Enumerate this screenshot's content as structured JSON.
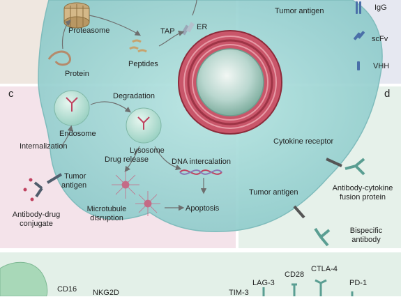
{
  "panel_letters": {
    "c": "c",
    "d": "d"
  },
  "panel_a": {
    "proteasome": "Proteasome",
    "tap": "TAP",
    "er": "ER",
    "protein": "Protein",
    "peptides": "Peptides"
  },
  "panel_b": {
    "tumor_antigen": "Tumor antigen",
    "igg": "IgG",
    "scfv": "scFv",
    "vhh": "VHH"
  },
  "panel_c": {
    "degradation": "Degradation",
    "endosome": "Endosome",
    "lysosome": "Lysosome",
    "internalization": "Internalization",
    "drug_release": "Drug release",
    "dna_intercalation": "DNA intercalation",
    "tumor_antigen_line1": "Tumor",
    "tumor_antigen_line2": "antigen",
    "adc_line1": "Antibody-drug",
    "adc_line2": "conjugate",
    "microtubule_line1": "Microtubule",
    "microtubule_line2": "disruption",
    "apoptosis": "Apoptosis"
  },
  "panel_d": {
    "cytokine_receptor": "Cytokine receptor",
    "tumor_antigen": "Tumor antigen",
    "fusion_line1": "Antibody-cytokine",
    "fusion_line2": "fusion protein",
    "bispecific_line1": "Bispecific",
    "bispecific_line2": "antibody"
  },
  "panel_e": {
    "cd16": "CD16",
    "nkg2d": "NKG2D",
    "tim3": "TIM-3",
    "lag3": "LAG-3",
    "cd28": "CD28",
    "ctla4": "CTLA-4",
    "pd1": "PD-1"
  },
  "colors": {
    "panel_a_bg": "#efe7e0",
    "panel_b_bg": "#e6e8f1",
    "panel_c_bg": "#f4e3ea",
    "panel_d_bg": "#e6f1ea",
    "panel_e_bg": "#e3f0e8",
    "cell_fill": "#9fd6d6",
    "nucleus_ring": "#b2404f",
    "antibody_teal": "#5a9e92",
    "arrow_gray": "#6e6e6e"
  }
}
